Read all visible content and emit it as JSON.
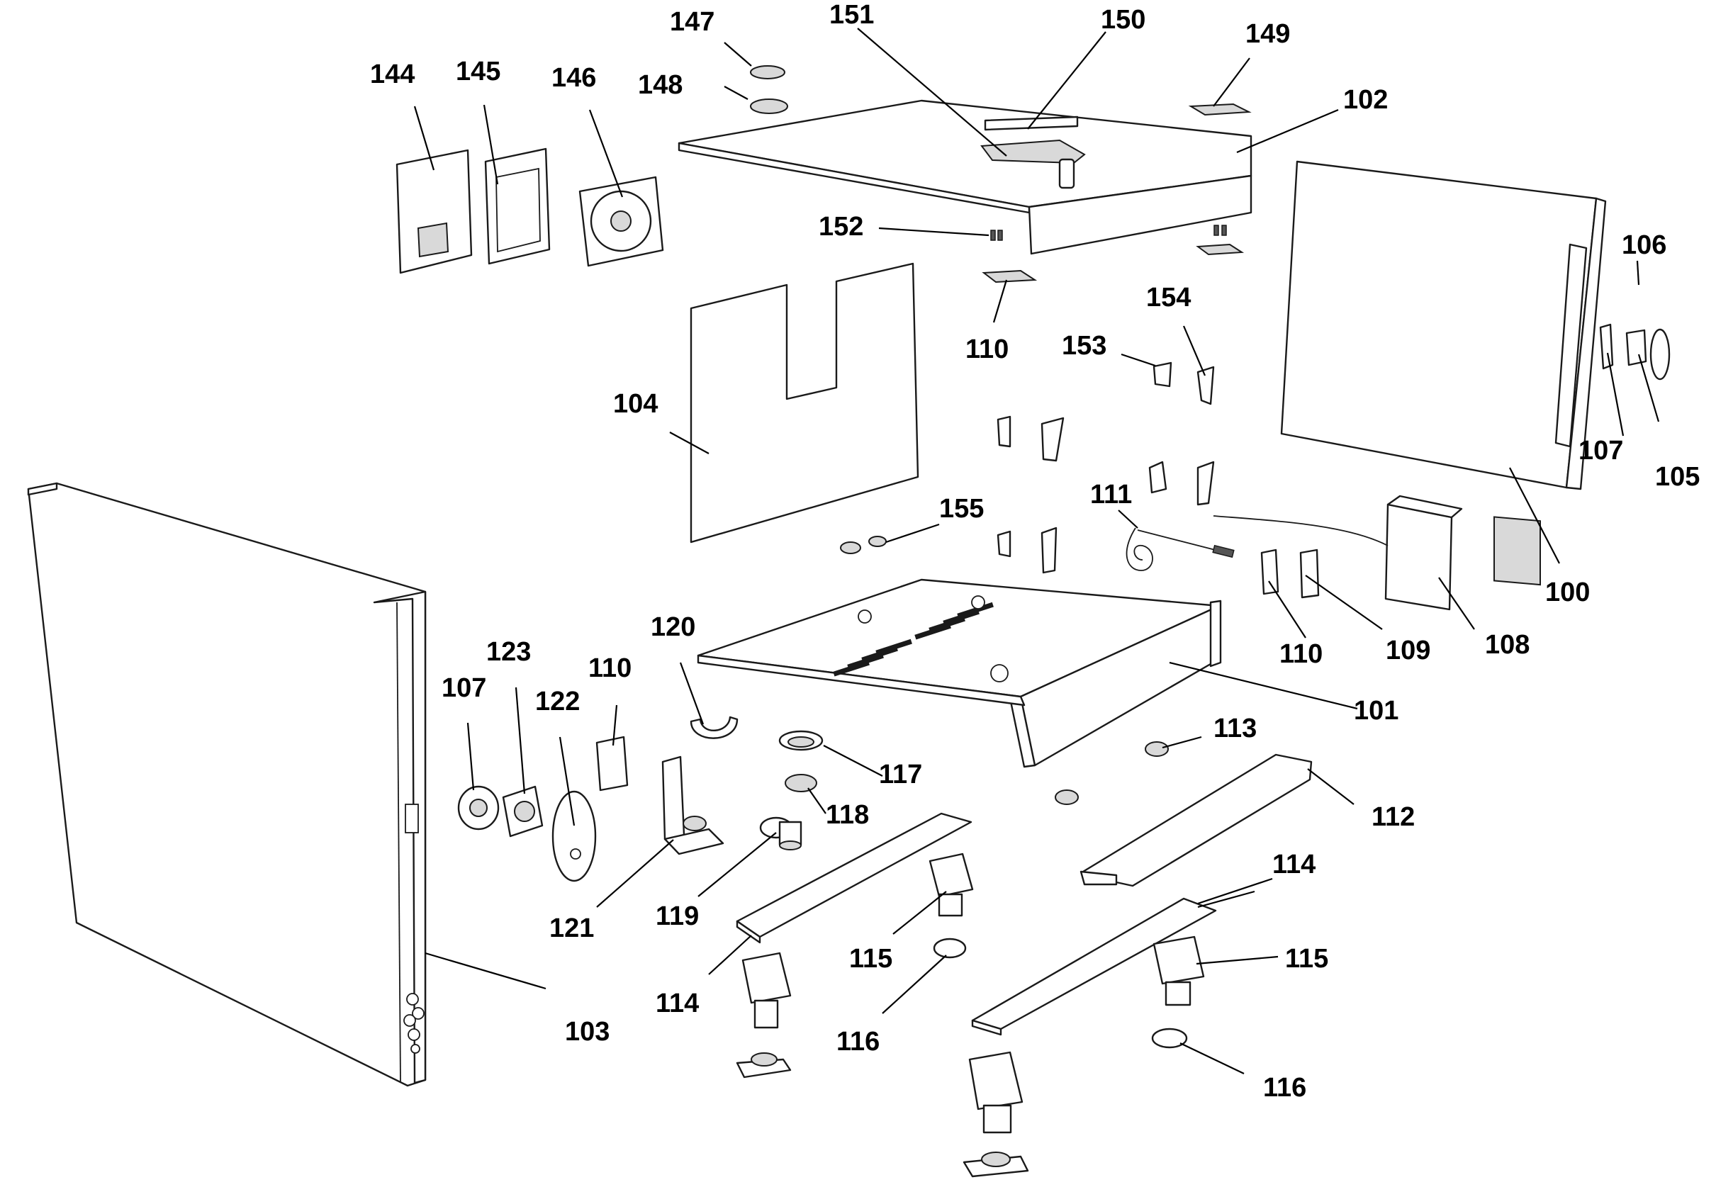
{
  "diagram": {
    "type": "exploded parts diagram",
    "labels": {
      "l100": "100",
      "l101": "101",
      "l102": "102",
      "l103": "103",
      "l104": "104",
      "l105": "105",
      "l106": "106",
      "l107a": "107",
      "l107b": "107",
      "l108": "108",
      "l109": "109",
      "l110a": "110",
      "l110b": "110",
      "l110c": "110",
      "l111": "111",
      "l112": "112",
      "l113": "113",
      "l114a": "114",
      "l114b": "114",
      "l115a": "115",
      "l115b": "115",
      "l116a": "116",
      "l116b": "116",
      "l117": "117",
      "l118": "118",
      "l119": "119",
      "l120": "120",
      "l121": "121",
      "l122": "122",
      "l123": "123",
      "l144": "144",
      "l145": "145",
      "l146": "146",
      "l147": "147",
      "l148": "148",
      "l149": "149",
      "l150": "150",
      "l151": "151",
      "l152": "152",
      "l153": "153",
      "l154": "154",
      "l155": "155"
    }
  }
}
